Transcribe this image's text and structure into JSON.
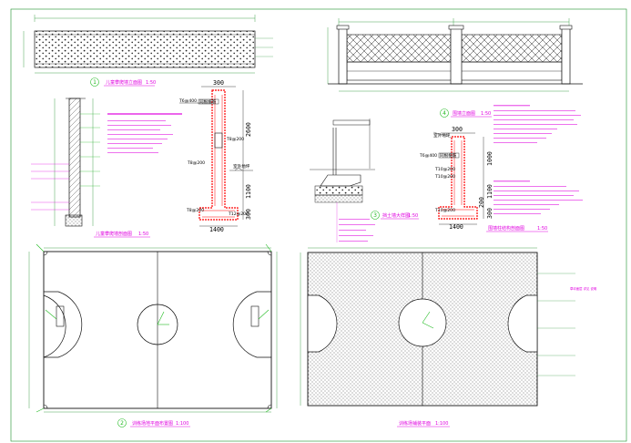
{
  "drawing": {
    "captions": {
      "bank_wall_elevation": {
        "num": "1",
        "text": "儿童攀爬墙立面图",
        "scale": "1:50"
      },
      "court_plan": {
        "num": "2",
        "text": "训练场地平面布置图",
        "scale": "1:100"
      },
      "retaining_wall_section": {
        "num": "3",
        "text": "挡土墙大样图",
        "scale": "1:50"
      },
      "fence_elevation": {
        "num": "4",
        "text": "围墙立面图",
        "scale": "1:50"
      },
      "wall_section": {
        "num": "",
        "text": "儿童攀爬墙剖面图",
        "scale": "1:50"
      },
      "column_section": {
        "num": "",
        "text": "围墙柱结构剖面图",
        "scale": "1:50"
      },
      "turf_plan": {
        "num": "",
        "text": "训练场铺装平面",
        "scale": "1:100"
      }
    },
    "column_a": {
      "top": "300",
      "rebar_top": "T6@400",
      "rebar_box": "同根植筋",
      "height_upper": "2600",
      "stirrup_1": "T8@200",
      "stirrup_2": "T8@200",
      "stirrup_3": "T8@200",
      "ground": "室外地坪",
      "height_lower_a": "1100",
      "height_lower_b": "300",
      "foot": "T12@200",
      "width": "1400"
    },
    "column_b": {
      "top": "300",
      "rebar_top": "T6@400",
      "rebar_box": "同根植筋",
      "height_upper": "1000",
      "stirrup_1": "T10@200",
      "stirrup_2": "T10@200",
      "ground": "室外地坪",
      "height_lower_a": "1100",
      "height_lower_b": "300",
      "dim_small": "200",
      "foot": "T10@200",
      "width": "1400"
    },
    "right_note": "草坪面层 详见 说明"
  }
}
